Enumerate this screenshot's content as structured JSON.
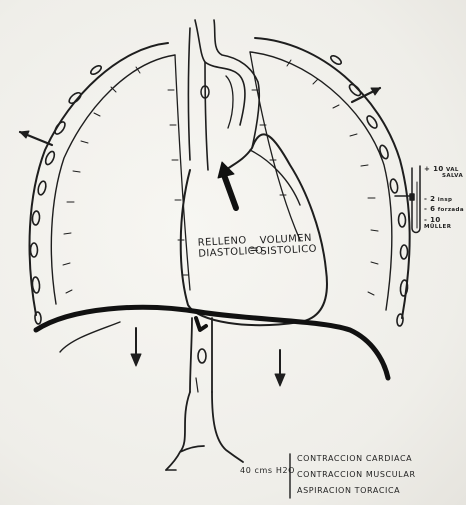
{
  "diagram": {
    "heart_labels": {
      "left_line1": "RELLENO",
      "left_line2": "DIASTOLICO",
      "equals": "=",
      "right_line1": "VOLUMEN",
      "right_line2": "SISTOLICO"
    },
    "manometer": {
      "plus10": "+ 10",
      "minus2": "- 2",
      "minus6": "- 6",
      "minus10": "- 10",
      "val_line1": "VAL",
      "val_line2": "SALVA",
      "insp_label": "insp",
      "forced_label": "forzada",
      "muller_label": "MÜLLER"
    },
    "legend": {
      "pressure": "40 cms H2O",
      "item1": "CONTRACCION CARDIACA",
      "item2": "CONTRACCION MUSCULAR",
      "item3": "ASPIRACION TORACICA"
    }
  }
}
